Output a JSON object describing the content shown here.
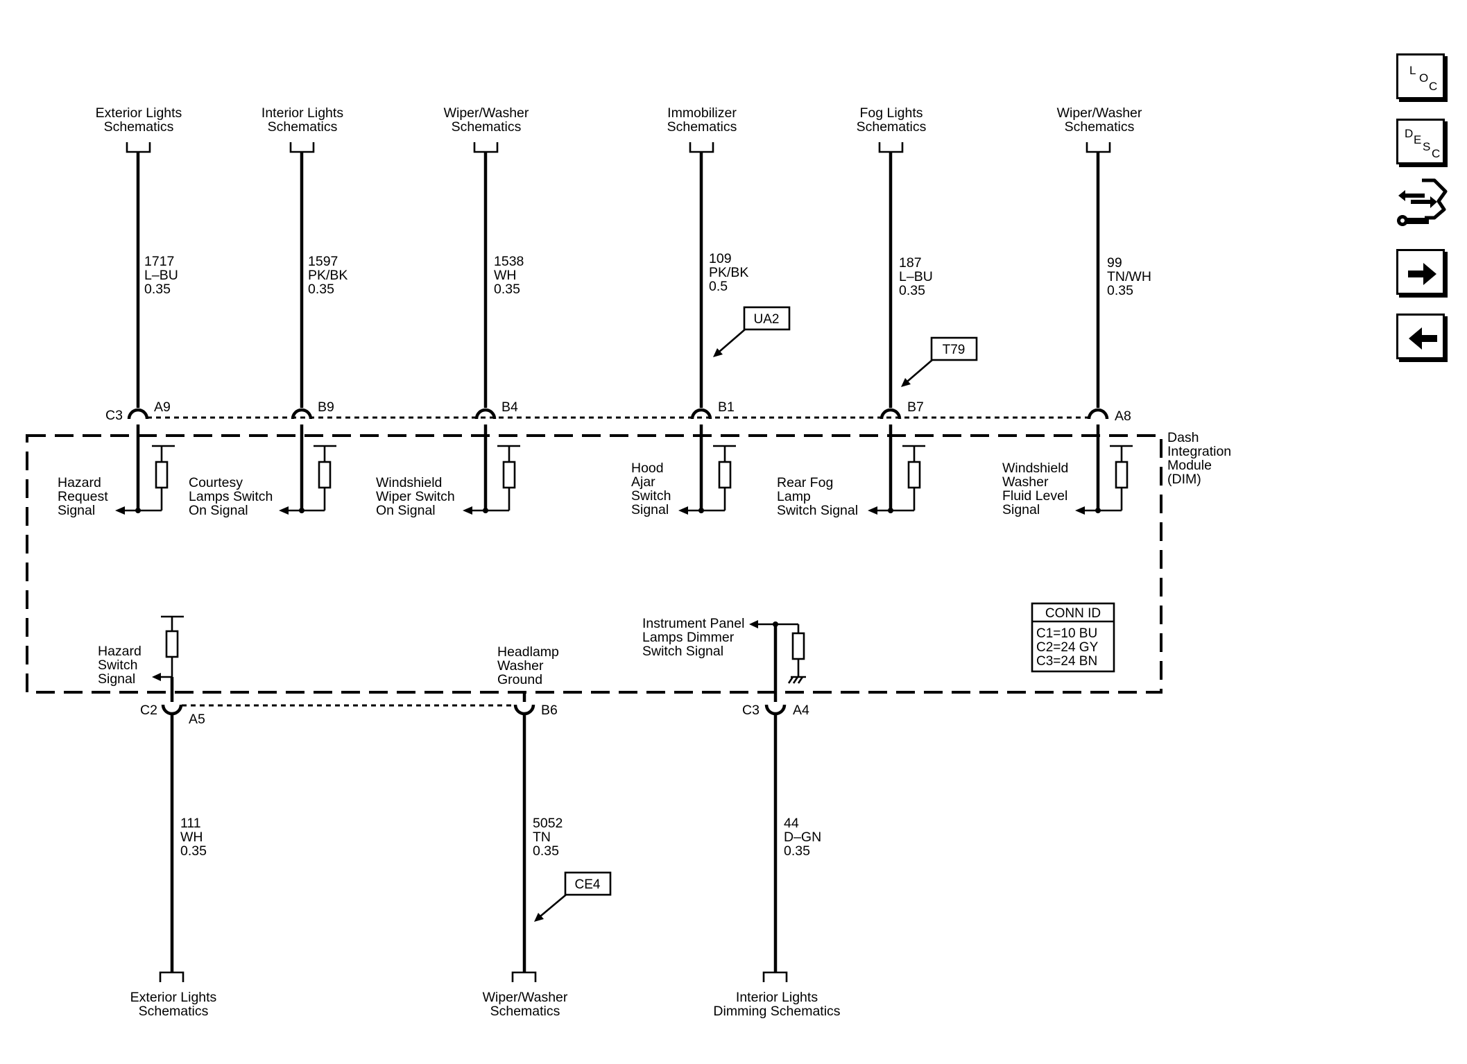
{
  "top_connectors": [
    {
      "dest": [
        "Exterior Lights",
        "Schematics"
      ],
      "circuit": "1717",
      "color": "L–BU",
      "gauge": "0.35",
      "pin": "A9",
      "connector": "C3"
    },
    {
      "dest": [
        "Interior Lights",
        "Schematics"
      ],
      "circuit": "1597",
      "color": "PK/BK",
      "gauge": "0.35",
      "pin": "B9"
    },
    {
      "dest": [
        "Wiper/Washer",
        "Schematics"
      ],
      "circuit": "1538",
      "color": "WH",
      "gauge": "0.35",
      "pin": "B4"
    },
    {
      "dest": [
        "Immobilizer",
        "Schematics"
      ],
      "circuit": "109",
      "color": "PK/BK",
      "gauge": "0.5",
      "pin": "B1"
    },
    {
      "dest": [
        "Fog Lights",
        "Schematics"
      ],
      "circuit": "187",
      "color": "L–BU",
      "gauge": "0.35",
      "pin": "B7"
    },
    {
      "dest": [
        "Wiper/Washer",
        "Schematics"
      ],
      "circuit": "99",
      "color": "TN/WH",
      "gauge": "0.35",
      "pin": "A8"
    }
  ],
  "top_signals": [
    [
      "Hazard",
      "Request",
      "Signal"
    ],
    [
      "Courtesy",
      "Lamps Switch",
      "On Signal"
    ],
    [
      "Windshield",
      "Wiper Switch",
      "On Signal"
    ],
    [
      "Hood",
      "Ajar",
      "Switch",
      "Signal"
    ],
    [
      "Rear Fog",
      "Lamp",
      "Switch Signal"
    ],
    [
      "Windshield",
      "Washer",
      "Fluid Level",
      "Signal"
    ]
  ],
  "bottom_connectors": [
    {
      "dest": [
        "Exterior Lights",
        "Schematics"
      ],
      "circuit": "111",
      "color": "WH",
      "gauge": "0.35",
      "pin": "A5",
      "connector": "C2"
    },
    {
      "dest": [
        "Wiper/Washer",
        "Schematics"
      ],
      "circuit": "5052",
      "color": "TN",
      "gauge": "0.35",
      "pin": "B6"
    },
    {
      "dest": [
        "Interior Lights",
        "Dimming Schematics"
      ],
      "circuit": "44",
      "color": "D–GN",
      "gauge": "0.35",
      "pin": "A4",
      "connector": "C3"
    }
  ],
  "bottom_signals": [
    [
      "Hazard",
      "Switch",
      "Signal"
    ],
    [
      "Headlamp",
      "Washer",
      "Ground"
    ],
    [
      "Instrument Panel",
      "Lamps Dimmer",
      "Switch Signal"
    ]
  ],
  "location_tags": [
    "UA2",
    "T79",
    "CE4"
  ],
  "module_label": [
    "Dash",
    "Integration",
    "Module",
    "(DIM)"
  ],
  "conn_id": {
    "title": "CONN ID",
    "rows": [
      "C1=10 BU",
      "C2=24 GY",
      "C3=24 BN"
    ]
  },
  "nav": {
    "loc": [
      "L",
      "O",
      "C"
    ],
    "desc": [
      "D",
      "E",
      "S",
      "C"
    ]
  }
}
